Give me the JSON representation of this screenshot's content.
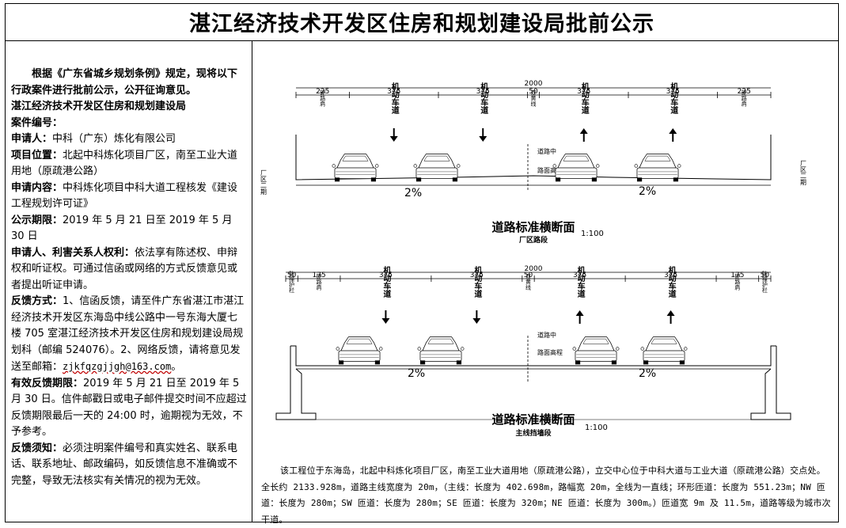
{
  "title": "湛江经济技术开发区住房和规划建设局批前公示",
  "notice": {
    "intro": "根据《广东省城乡规划条例》规定，现将以下行政案件进行批前公示，公开征询意见。",
    "org": "湛江经济技术开发区住房和规划建设局",
    "case_no_label": "案件编号：",
    "applicant_label": "申请人：",
    "applicant": "中科（广东）炼化有限公司",
    "location_label": "项目位置：",
    "location": "北起中科炼化项目厂区，南至工业大道用地（原疏港公路）",
    "content_label": "申请内容：",
    "content": "中科炼化项目中科大道工程核发《建设工程规划许可证》",
    "period_label": "公示期限：",
    "period": "2019 年 5 月 21 日至 2019 年 5 月 30 日",
    "rights_label": "申请人、利害关系人权利：",
    "rights": "依法享有陈述权、申辩权和听证权。可通过信函或网络的方式反馈意见或者提出听证申请。",
    "feedback_label": "反馈方式：",
    "feedback": "1、信函反馈，请至件广东省湛江市湛江经济技术开发区东海岛中线公路中一号东海大厦七楼 705 室湛江经济技术开发区住房和规划建设局规划科（邮编 524076）。2、网络反馈，请将意见发送至邮箱：",
    "email": "zjkfqzgjjgh@163.com",
    "email_tail": "。",
    "valid_label": "有效反馈期限：",
    "valid": "2019 年 5 月 21 日至 2019 年 5 月 30 日。信件邮戳日或电子邮件提交时间不应超过反馈期限最后一天的 24:00 时，逾期视为无效，不予参考。",
    "notes_label": "反馈须知：",
    "notes": "必须注明案件编号和真实姓名、联系电话、联系地址、邮政编码，如反馈信息不准确或不完整，导致无法核实有关情况的视为无效。"
  },
  "section1": {
    "total": "2000",
    "dims": [
      "225",
      "375",
      "375",
      "50",
      "375",
      "375",
      "225"
    ],
    "lane_labels": [
      "硬路肩",
      "机动车道",
      "机动车道",
      "双黄线",
      "机动车道",
      "机动车道",
      "硬路肩"
    ],
    "side_left": "厂区二期",
    "side_right": "厂区二期",
    "center_top": "道路中",
    "center_bottom": "路面高程",
    "slope_left": "2%",
    "slope_right": "2%",
    "title": "道路标准横断面",
    "scale": "1:100",
    "subtitle": "厂区路段"
  },
  "section2": {
    "total": "2000",
    "dims": [
      "50",
      "175",
      "375",
      "375",
      "50",
      "375",
      "375",
      "175",
      "50"
    ],
    "lane_labels": [
      "防撞护栏",
      "硬路肩",
      "机动车道",
      "机动车道",
      "双黄线",
      "机动车道",
      "机动车道",
      "硬路肩",
      "防撞护栏"
    ],
    "center_top": "道路中",
    "center_bottom": "路面高程",
    "slope_left": "2%",
    "slope_right": "2%",
    "title": "道路标准横断面",
    "scale": "1:100",
    "subtitle": "主线挡墙段"
  },
  "description": "该工程位于东海岛，北起中科炼化项目厂区，南至工业大道用地（原疏港公路），立交中心位于中科大道与工业大道（原疏港公路）交点处。全长约 2133.928m，道路主线宽度为 20m，（主线：长度为 402.698m，路幅宽 20m，全线为一直线；环形匝道：长度为 551.23m；NW 匝道：长度为 280m；SW 匝道：长度为 280m；SE 匝道：长度为 320m；NE 匝道：长度为 300m。）匝道宽 9m 及 11.5m，道路等级为城市次干道。",
  "colors": {
    "line": "#000000",
    "link_underline": "#c00000"
  },
  "icons": [
    "car-rear-icon",
    "car-front-icon",
    "arrow-down-icon",
    "arrow-up-icon"
  ]
}
